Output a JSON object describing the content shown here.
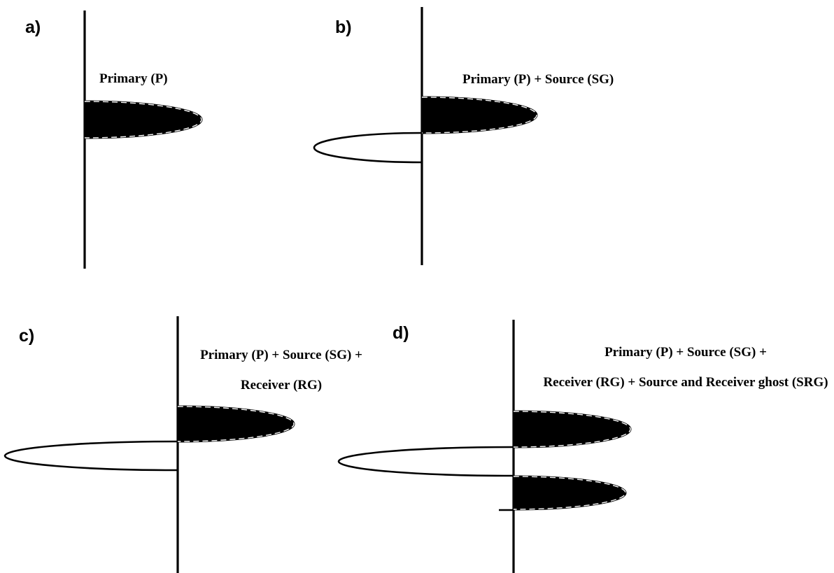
{
  "figure": {
    "description": "Four seismic wavelet traces showing primary arrival and ghost reflections",
    "colors": {
      "ink": "#000000",
      "background": "#ffffff",
      "lobe_fill": "#000000",
      "lobe_inset_dash": "#ffffff"
    }
  },
  "panels": [
    {
      "label": "a)",
      "title_lines": [
        "Primary (P)"
      ],
      "lobes": [
        {
          "polarity": "positive",
          "side": "right",
          "filled": true
        }
      ]
    },
    {
      "label": "b)",
      "title_lines": [
        "Primary (P) + Source (SG)"
      ],
      "lobes": [
        {
          "polarity": "positive",
          "side": "right",
          "filled": true
        },
        {
          "polarity": "negative",
          "side": "left",
          "filled": false
        }
      ]
    },
    {
      "label": "c)",
      "title_lines": [
        "Primary (P) + Source (SG) +",
        "Receiver (RG)"
      ],
      "lobes": [
        {
          "polarity": "positive",
          "side": "right",
          "filled": true
        },
        {
          "polarity": "negative",
          "side": "left",
          "filled": false
        }
      ]
    },
    {
      "label": "d)",
      "title_lines": [
        "Primary (P) + Source (SG) +",
        "Receiver (RG) + Source and Receiver ghost (SRG)"
      ],
      "lobes": [
        {
          "polarity": "positive",
          "side": "right",
          "filled": true
        },
        {
          "polarity": "negative",
          "side": "left",
          "filled": false
        },
        {
          "polarity": "positive",
          "side": "right",
          "filled": true
        }
      ]
    }
  ]
}
